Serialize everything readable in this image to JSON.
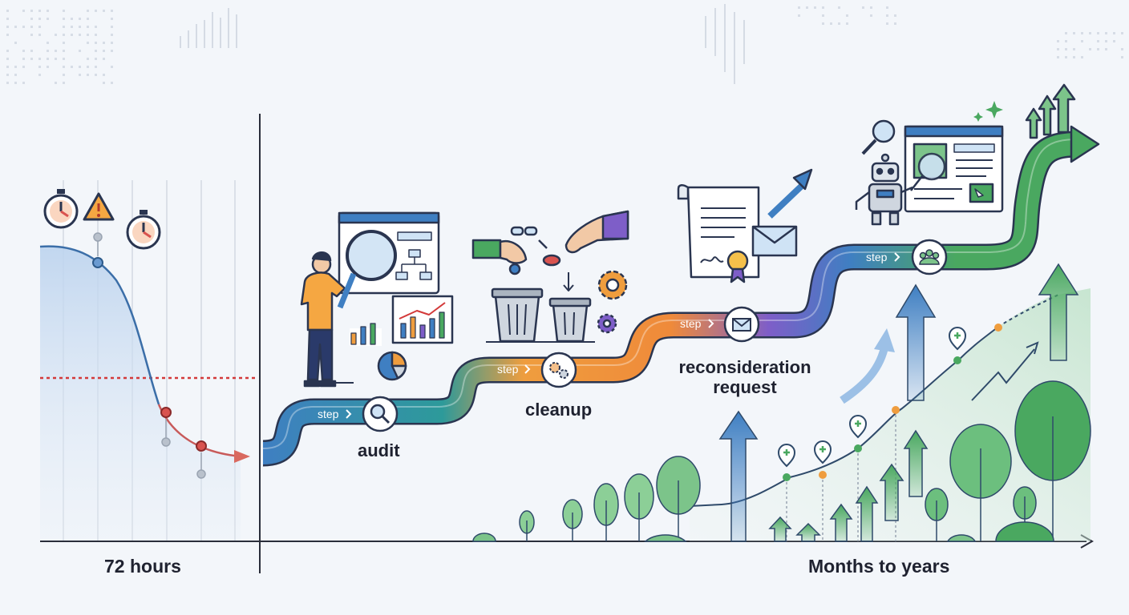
{
  "timeline": {
    "short_label": "72 hours",
    "long_label": "Months to years"
  },
  "path": {
    "step_tag": "step",
    "stages": [
      {
        "name": "audit",
        "icon": "magnifier-icon",
        "color": "#3f7fc2"
      },
      {
        "name": "cleanup",
        "icon": "gears-icon",
        "color": "#ef9d3e"
      },
      {
        "name": "reconsideration request",
        "icon": "envelope-icon",
        "color": "#7e5ec8"
      },
      {
        "name": "",
        "icon": "people-icon",
        "color": "#4aa860"
      }
    ]
  },
  "colors": {
    "drop_curve": "#3b6ea8",
    "threshold": "#d33a3a",
    "growth": "#4aa860",
    "arrow_blue": "#3f7fc2",
    "ink": "#1f2230"
  },
  "icons": {
    "left": [
      "stopwatch-icon",
      "warning-icon",
      "stopwatch-icon"
    ],
    "illustrations": [
      "person-inspecting-screen",
      "trash-bins-with-hands",
      "signed-letter-with-seal",
      "robot-with-browser"
    ]
  }
}
